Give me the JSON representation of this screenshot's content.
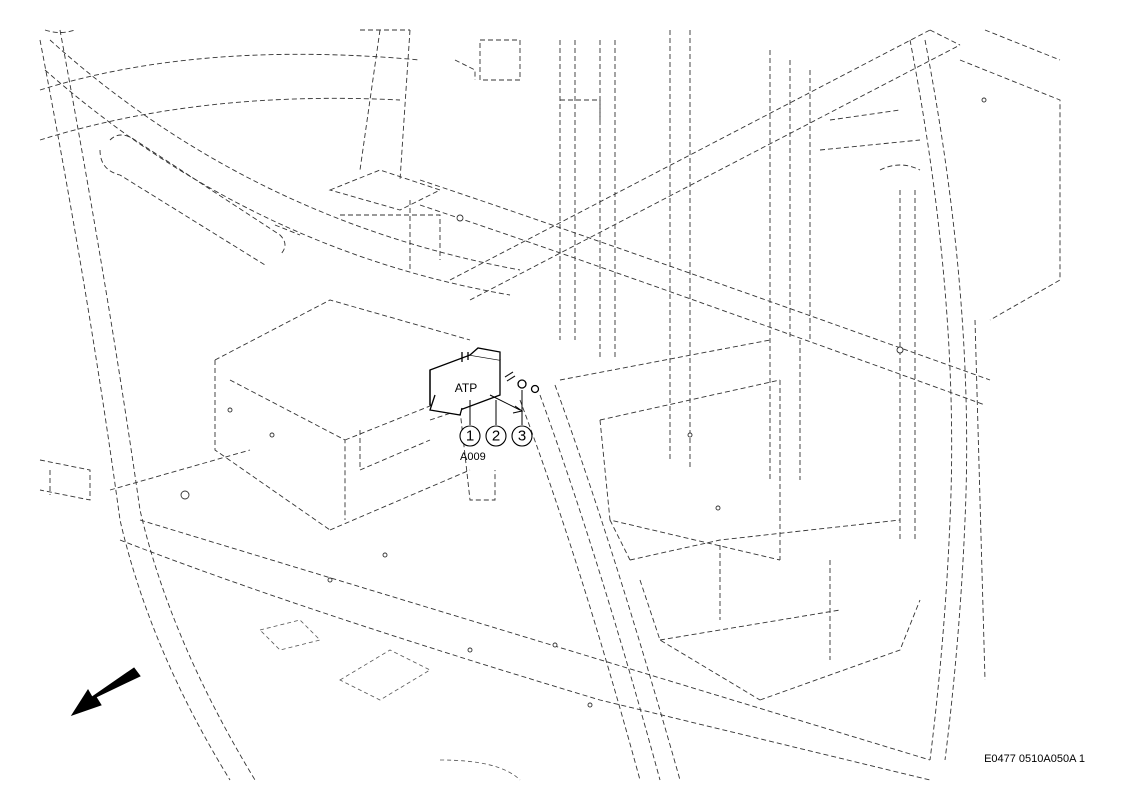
{
  "diagram": {
    "part_label": "ATP",
    "reference_designator": "A009",
    "callouts": [
      "1",
      "2",
      "3"
    ],
    "figure_code": "E0477 0510A050A 1",
    "direction_arrow": "arrow-icon"
  }
}
